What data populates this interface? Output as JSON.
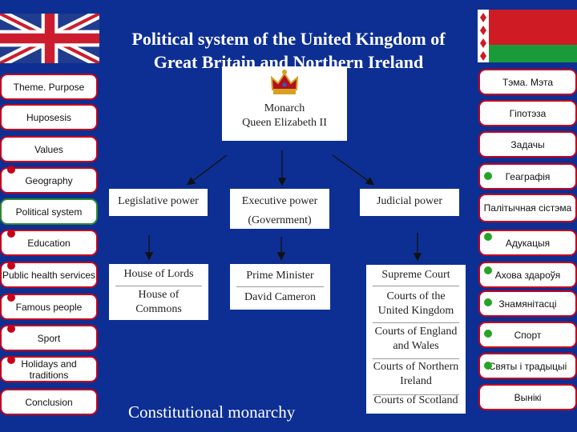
{
  "title": {
    "line1": "Political system of the United Kingdom of",
    "line2": "Great Britain and Northern Ireland"
  },
  "left_nav": [
    {
      "label": "Theme. Purpose"
    },
    {
      "label": "Huposesis"
    },
    {
      "label": "Values"
    },
    {
      "label": "Geography"
    },
    {
      "label": "Political system"
    },
    {
      "label": "Education"
    },
    {
      "label": "Public health services"
    },
    {
      "label": "Famous people"
    },
    {
      "label": "Sport"
    },
    {
      "label": "Holidays and traditions"
    },
    {
      "label": "Conclusion"
    }
  ],
  "right_nav": [
    {
      "label": "Тэма. Мэта"
    },
    {
      "label": "Гіпотэза"
    },
    {
      "label": "Задачы"
    },
    {
      "label": "Геаграфія"
    },
    {
      "label": "Палітычная сістэма"
    },
    {
      "label": "Адукацыя"
    },
    {
      "label": "Ахова здароўя"
    },
    {
      "label": "Знамянітасці"
    },
    {
      "label": "Спорт"
    },
    {
      "label": "Святы і традыцыі"
    },
    {
      "label": "Вынікі"
    }
  ],
  "monarch": {
    "line1": "Monarch",
    "line2": "Queen Elizabeth II"
  },
  "powers": {
    "legislative": "Legislative power",
    "executive": "Executive power",
    "executive_sub": "(Government)",
    "judicial": "Judicial power"
  },
  "legislative_box": {
    "lords": "House of Lords",
    "commons1": "House of",
    "commons2": "Commons"
  },
  "executive_box": {
    "pm": "Prime Minister",
    "name": "David Cameron"
  },
  "judicial_box": {
    "supreme": "Supreme Court",
    "c1": "Courts of the",
    "c2": "United Kingdom",
    "c3": "Courts of England",
    "c4": "and Wales",
    "c5": "Courts of Northern",
    "c6": "Ireland",
    "c7": "Courts of Scotland"
  },
  "footer": "Constitutional monarchy",
  "colors": {
    "background": "#0d2f93",
    "nav_border": "#c6001b",
    "dot_red": "#c6001b",
    "dot_green": "#26a326"
  }
}
